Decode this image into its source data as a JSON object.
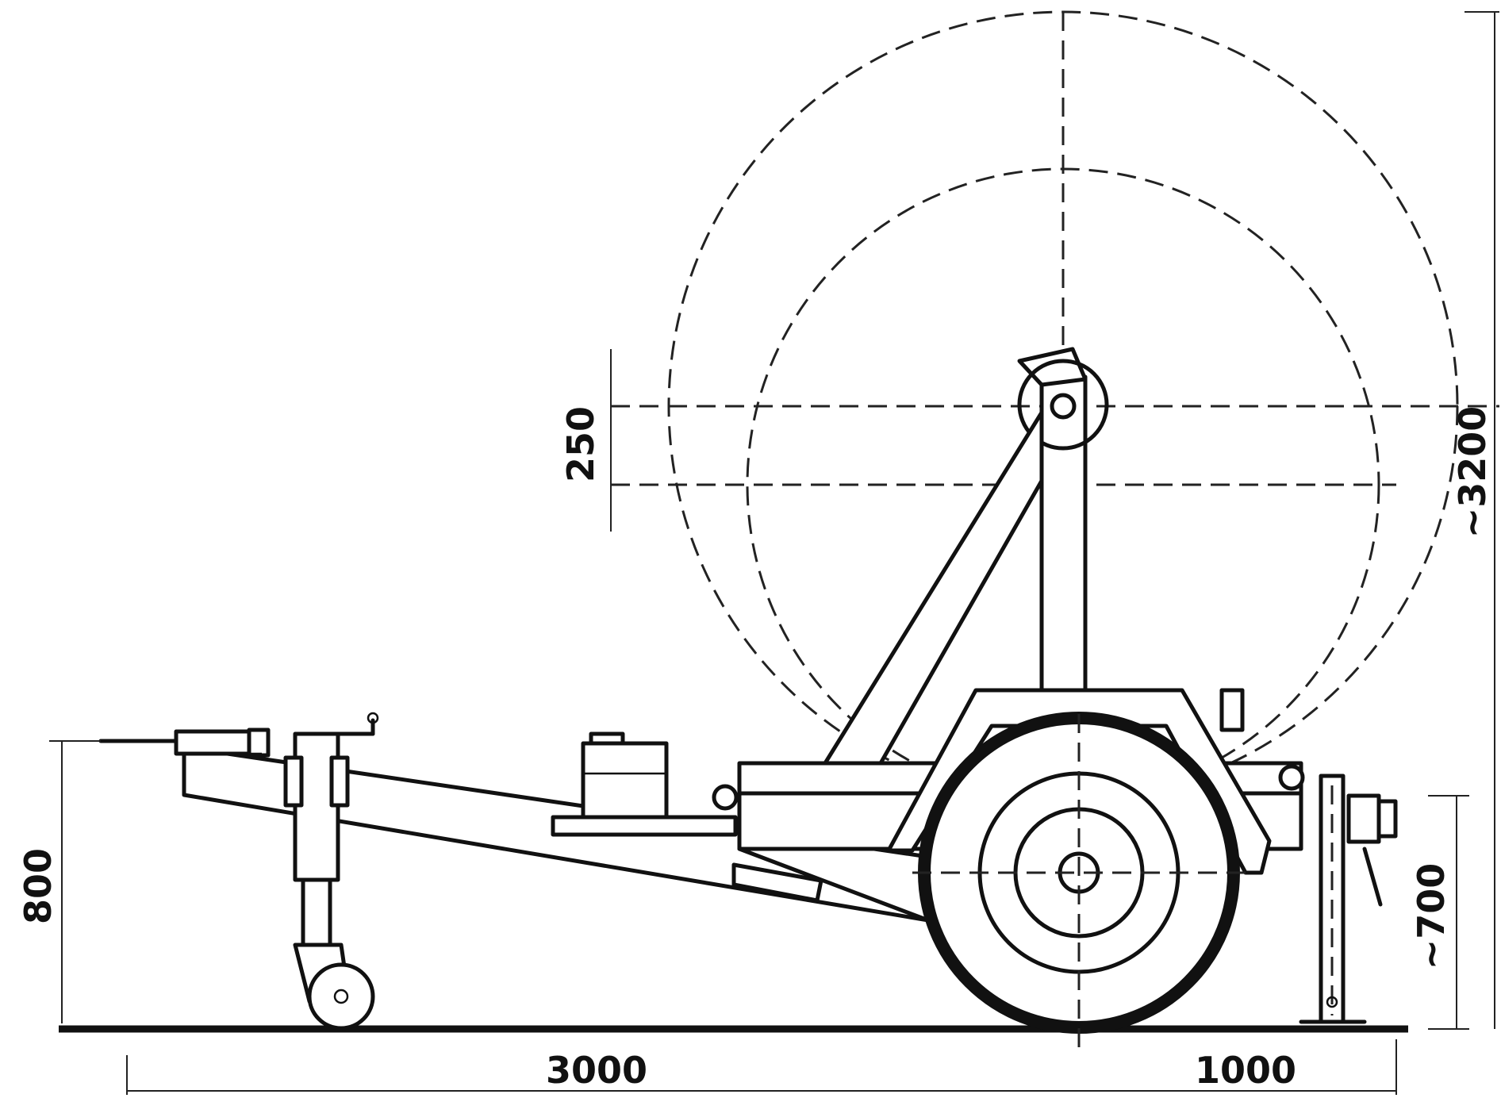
{
  "dimensions": {
    "hitch_height": "800",
    "drawbar_length": "3000",
    "rear_overhang": "1000",
    "rear_height": "~700",
    "center_offset": "250",
    "overall_height": "~3200"
  }
}
